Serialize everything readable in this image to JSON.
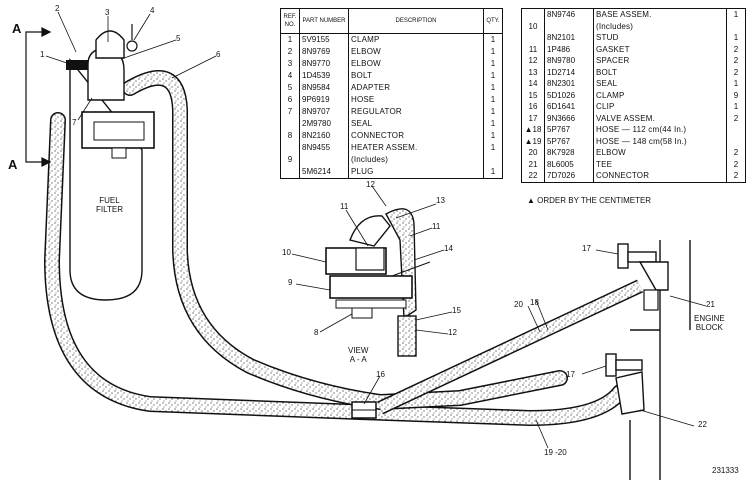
{
  "table_left": {
    "headers": {
      "ref": "REF. NO.",
      "part": "PART NUMBER",
      "desc": "DESCRIPTION",
      "qty": "QTY."
    },
    "rows": [
      {
        "ref": "1",
        "part": "5V9155",
        "desc": "CLAMP",
        "qty": "1"
      },
      {
        "ref": "2",
        "part": "8N9769",
        "desc": "ELBOW",
        "qty": "1"
      },
      {
        "ref": "3",
        "part": "8N9770",
        "desc": "ELBOW",
        "qty": "1"
      },
      {
        "ref": "4",
        "part": "1D4539",
        "desc": "BOLT",
        "qty": "1"
      },
      {
        "ref": "5",
        "part": "8N9584",
        "desc": "ADAPTER",
        "qty": "1"
      },
      {
        "ref": "6",
        "part": "9P6919",
        "desc": "HOSE",
        "qty": "1"
      },
      {
        "ref": "7",
        "part": "8N9707",
        "desc": "REGULATOR",
        "qty": "1"
      },
      {
        "ref": "",
        "part": "2M9780",
        "desc": "SEAL",
        "qty": "1"
      },
      {
        "ref": "8",
        "part": "8N2160",
        "desc": "CONNECTOR",
        "qty": "1"
      },
      {
        "ref": "",
        "part": "8N9455",
        "desc": "HEATER ASSEM.",
        "qty": "1"
      },
      {
        "ref": "9",
        "part": "",
        "desc": "(Includes)",
        "qty": ""
      },
      {
        "ref": "",
        "part": "5M6214",
        "desc": "PLUG",
        "qty": "1"
      }
    ]
  },
  "table_right": {
    "rows": [
      {
        "ref": "",
        "part": "8N9746",
        "desc": "BASE ASSEM.",
        "qty": "1"
      },
      {
        "ref": "10",
        "part": "",
        "desc": "(Includes)",
        "qty": ""
      },
      {
        "ref": "",
        "part": "8N2101",
        "desc": "STUD",
        "qty": "1"
      },
      {
        "ref": "11",
        "part": "1P486",
        "desc": "GASKET",
        "qty": "2"
      },
      {
        "ref": "12",
        "part": "8N9780",
        "desc": "SPACER",
        "qty": "2"
      },
      {
        "ref": "13",
        "part": "1D2714",
        "desc": "BOLT",
        "qty": "2"
      },
      {
        "ref": "14",
        "part": "8N2301",
        "desc": "SEAL",
        "qty": "1"
      },
      {
        "ref": "15",
        "part": "5D1026",
        "desc": "CLAMP",
        "qty": "9"
      },
      {
        "ref": "16",
        "part": "6D1641",
        "desc": "CLIP",
        "qty": "1"
      },
      {
        "ref": "17",
        "part": "9N3666",
        "desc": "VALVE ASSEM.",
        "qty": "2"
      },
      {
        "ref": "18",
        "part": "5P767",
        "desc": "HOSE — 112 cm(44 In.)",
        "qty": "",
        "mark": "▲"
      },
      {
        "ref": "19",
        "part": "5P767",
        "desc": "HOSE — 148 cm(58 In.)",
        "qty": "",
        "mark": "▲"
      },
      {
        "ref": "20",
        "part": "8K7928",
        "desc": "ELBOW",
        "qty": "2"
      },
      {
        "ref": "21",
        "part": "8L6005",
        "desc": "TEE",
        "qty": "2"
      },
      {
        "ref": "22",
        "part": "7D7026",
        "desc": "CONNECTOR",
        "qty": "2"
      }
    ],
    "note": "▲ ORDER BY THE CENTIMETER"
  },
  "labels": {
    "fuel_filter_line1": "FUEL",
    "fuel_filter_line2": "FILTER",
    "view_line1": "VIEW",
    "view_line2": "A - A",
    "engine_line1": "ENGINE",
    "engine_line2": "BLOCK",
    "section_a_top": "A",
    "section_a_bottom": "A",
    "figure_number": "231333"
  },
  "callouts": {
    "c1": "1",
    "c2": "2",
    "c3": "3",
    "c4": "4",
    "c5": "5",
    "c6": "6",
    "c7": "7",
    "c8": "8",
    "c9": "9",
    "c10": "10",
    "c11a": "11",
    "c11b": "11",
    "c12a": "12",
    "c12b": "12",
    "c13": "13",
    "c14": "14",
    "c15": "15",
    "c16": "16",
    "c17a": "17",
    "c17b": "17",
    "c18": "18",
    "c20": "20",
    "c21": "21",
    "c22": "22",
    "c1920": "19 -20"
  },
  "colors": {
    "ink": "#111111",
    "paper": "#ffffff"
  }
}
